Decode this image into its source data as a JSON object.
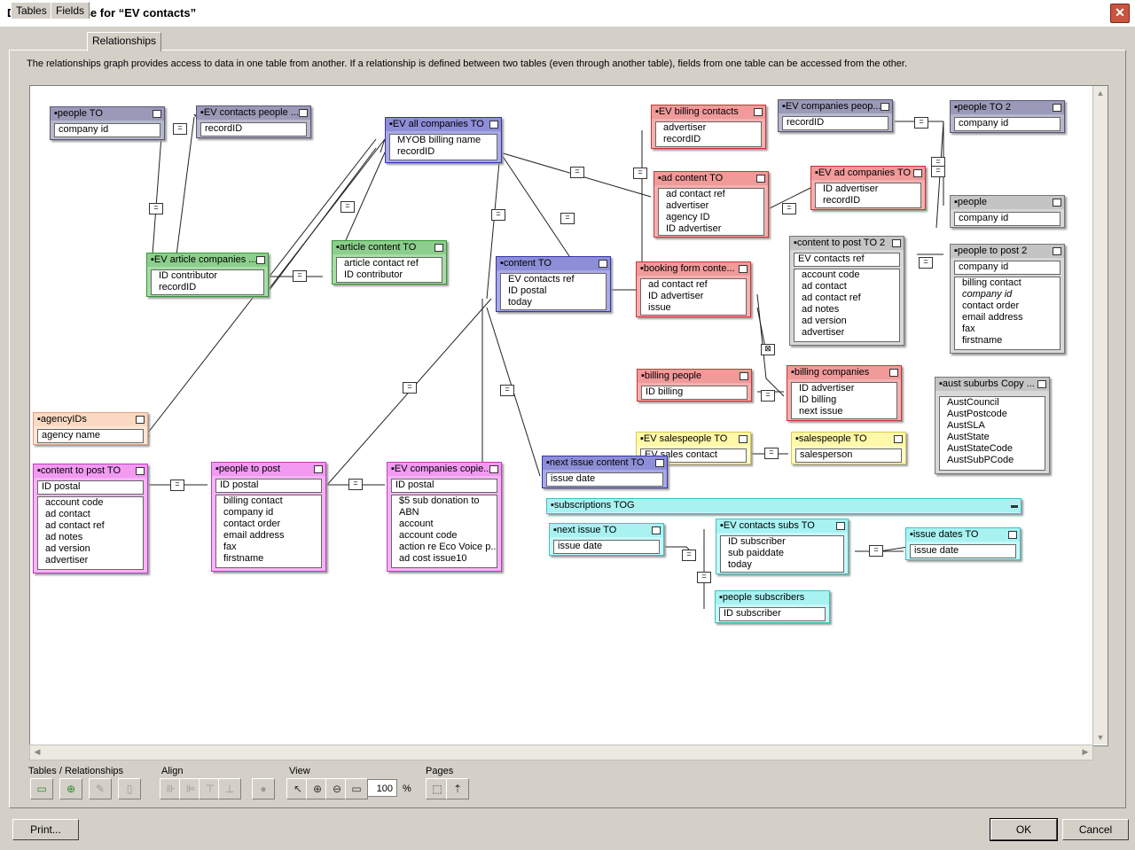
{
  "window": {
    "title": "Define Database for “EV contacts”",
    "close": "✕"
  },
  "tabs": [
    "Tables",
    "Fields",
    "Relationships"
  ],
  "description": "The relationships graph provides access to data in one table from another. If a relationship is defined between two tables (even through another table), fields from one table can be accessed from the other.",
  "occurrences": {
    "people_to": {
      "title": "people TO",
      "fields": [
        "company id"
      ]
    },
    "ev_contacts_people": {
      "title": "EV contacts people ...",
      "fields": [
        "recordID"
      ]
    },
    "ev_all_companies": {
      "title": "EV all companies TO",
      "fields": [
        "MYOB billing name",
        "recordID"
      ]
    },
    "ev_billing_contacts": {
      "title": "EV billing contacts",
      "fields": [
        "advertiser",
        "recordID"
      ]
    },
    "ev_companies_peop": {
      "title": "EV companies peop...",
      "fields": [
        "recordID"
      ]
    },
    "people_to_2": {
      "title": "people TO 2",
      "fields": [
        "company id"
      ]
    },
    "ad_content": {
      "title": "ad content TO",
      "fields": [
        "ad contact ref",
        "advertiser",
        "agency ID",
        "ID advertiser"
      ]
    },
    "ev_ad_companies": {
      "title": "EV ad companies TO",
      "fields": [
        "ID advertiser",
        "recordID"
      ]
    },
    "people": {
      "title": "people",
      "fields": [
        "company id"
      ]
    },
    "ev_article_companies": {
      "title": "EV article companies ...",
      "fields": [
        "ID contributor",
        "recordID"
      ]
    },
    "article_content": {
      "title": "article content TO",
      "fields": [
        "article contact ref",
        "ID contributor"
      ]
    },
    "content_to": {
      "title": "content TO",
      "fields": [
        "EV contacts ref",
        "ID postal",
        "today"
      ]
    },
    "booking_form": {
      "title": "booking form conte...",
      "fields": [
        "ad contact ref",
        "ID advertiser",
        "issue"
      ]
    },
    "content_to_post_2": {
      "title": "content to post TO 2",
      "key": "EV contacts ref",
      "fields": [
        "account code",
        "ad contact",
        "ad contact ref",
        "ad notes",
        "ad version",
        "advertiser"
      ]
    },
    "people_to_post_2": {
      "title": "people to post 2",
      "key": "company id",
      "fields": [
        "billing contact",
        "company id",
        "contact order",
        "email address",
        "fax",
        "firstname"
      ]
    },
    "billing_people": {
      "title": "billing people",
      "fields": [
        "ID billing"
      ]
    },
    "billing_companies": {
      "title": "billing companies",
      "fields": [
        "ID advertiser",
        "ID billing",
        "next issue"
      ]
    },
    "aust_suburbs": {
      "title": "aust suburbs Copy ...",
      "fields": [
        "AustCouncil",
        "AustPostcode",
        "AustSLA",
        "AustState",
        "AustStateCode",
        "AustSubPCode"
      ]
    },
    "agency_ids": {
      "title": "agencyIDs",
      "fields": [
        "agency name"
      ]
    },
    "ev_salespeople": {
      "title": "EV salespeople TO",
      "fields": [
        "EV sales contact"
      ]
    },
    "salespeople": {
      "title": "salespeople TO",
      "fields": [
        "salesperson"
      ]
    },
    "content_to_post": {
      "title": "content to post TO",
      "key": "ID postal",
      "fields": [
        "account code",
        "ad contact",
        "ad contact ref",
        "ad notes",
        "ad version",
        "advertiser"
      ]
    },
    "people_to_post": {
      "title": "people to post",
      "key": "ID postal",
      "fields": [
        "billing contact",
        "company id",
        "contact order",
        "email address",
        "fax",
        "firstname"
      ]
    },
    "ev_companies_copie": {
      "title": "EV companies copie...",
      "key": "ID postal",
      "fields": [
        "$5 sub donation to",
        "ABN",
        "account",
        "account code",
        "action re Eco Voice p...",
        "ad cost issue10"
      ]
    },
    "next_issue_content": {
      "title": "next issue content TO",
      "fields": [
        "issue date"
      ]
    },
    "subscriptions_tog": {
      "title": "subscriptions TOG"
    },
    "next_issue": {
      "title": "next issue TO",
      "fields": [
        "issue date"
      ]
    },
    "ev_contacts_subs": {
      "title": "EV contacts subs TO",
      "fields": [
        "ID subscriber",
        "sub paiddate",
        "today"
      ]
    },
    "issue_dates": {
      "title": "issue dates TO",
      "fields": [
        "issue date"
      ]
    },
    "people_subscribers": {
      "title": "people subscribers",
      "fields": [
        "ID subscriber"
      ]
    }
  },
  "toolbar": {
    "tables_label": "Tables / Relationships",
    "align_label": "Align",
    "view_label": "View",
    "pages_label": "Pages",
    "zoom": "100",
    "percent": "%"
  },
  "buttons": {
    "print": "Print...",
    "ok": "OK",
    "cancel": "Cancel"
  },
  "colors": {
    "blue": "#a9a9e6",
    "red": "#f4b0b0",
    "green": "#a8dca8",
    "pink": "#f6b4f6",
    "cyan": "#c8f8f8",
    "yellow": "#fffbc8"
  }
}
